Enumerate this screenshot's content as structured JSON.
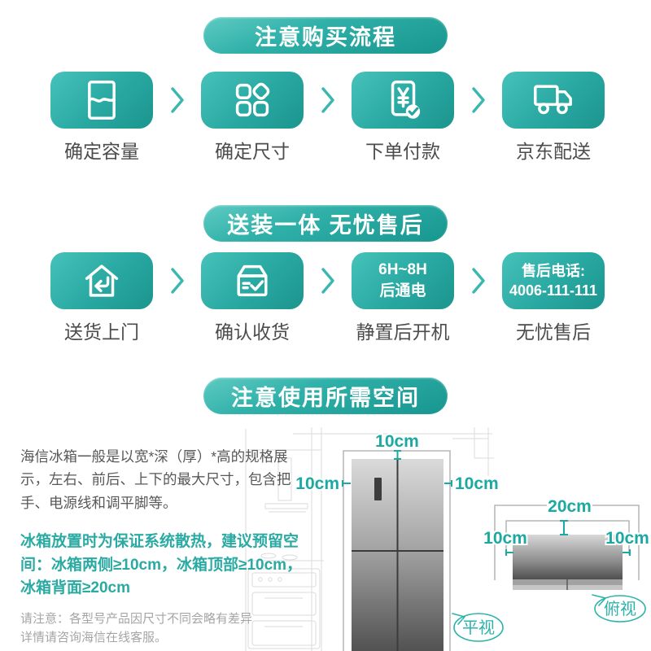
{
  "colors": {
    "teal": "#23a69f",
    "teal_light": "#46c2ba",
    "teal_dark": "#17968f",
    "label_text": "#4c4c4c",
    "teal_paragraph": "#2baaa3",
    "gray_note": "#a5a5a5"
  },
  "section_purchase": {
    "title": "注意购买流程",
    "steps": [
      {
        "icon": "capacity-icon",
        "label": "确定容量"
      },
      {
        "icon": "dimensions-icon",
        "label": "确定尺寸"
      },
      {
        "icon": "payment-icon",
        "label": "下单付款"
      },
      {
        "icon": "truck-icon",
        "label": "京东配送"
      }
    ]
  },
  "section_delivery": {
    "title": "送装一体 无忧售后",
    "steps": [
      {
        "icon": "house-icon",
        "label": "送货上门"
      },
      {
        "icon": "box-icon",
        "label": "确认收货"
      },
      {
        "tile_lines": [
          "6H~8H",
          "后通电"
        ],
        "label": "静置后开机"
      },
      {
        "tile_lines": [
          "售后电话:",
          "4006-111-111"
        ],
        "label": "无忧售后"
      }
    ]
  },
  "section_space": {
    "title": "注意使用所需空间",
    "paragraph1": "海信冰箱一般是以宽*深（厚）*高的规格展示，左右、前后、上下的最大尺寸，包含把手、电源线和调平脚等。",
    "paragraph2": "冰箱放置时为保证系统散热，建议预留空间：冰箱两侧≥10cm，冰箱顶部≥10cm，冰箱背面≥20cm",
    "note_line1": "请注意：各型号产品因尺寸不同会略有差异",
    "note_line2": "详情请咨询海信在线客服。",
    "front_view": {
      "top": "10cm",
      "left": "10cm",
      "right": "10cm",
      "caption": "平视"
    },
    "top_view": {
      "back": "20cm",
      "left": "10cm",
      "right": "10cm",
      "caption": "俯视"
    }
  }
}
